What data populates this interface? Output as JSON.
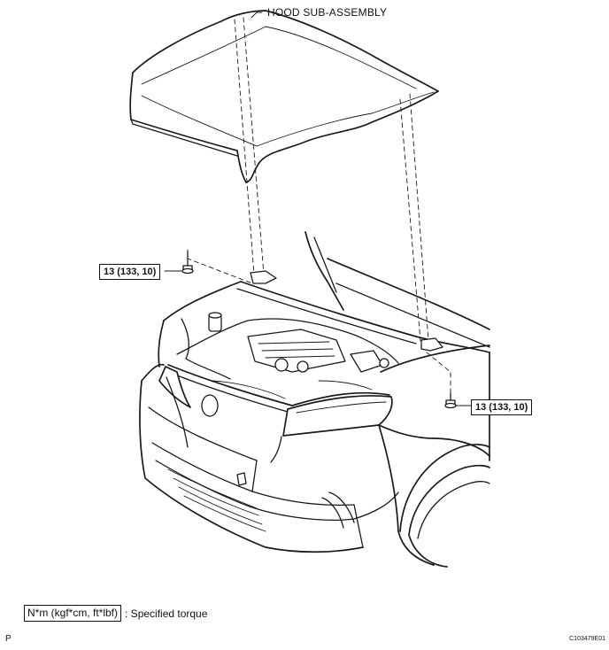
{
  "labels": {
    "hood": "HOOD SUB-ASSEMBLY",
    "torque_left": "13 (133, 10)",
    "torque_right": "13 (133, 10)"
  },
  "legend": {
    "unit": "N*m (kgf*cm, ft*lbf)",
    "description": ": Specified torque"
  },
  "footer": {
    "corner_letter": "P",
    "figure_id": "C103479E01"
  }
}
